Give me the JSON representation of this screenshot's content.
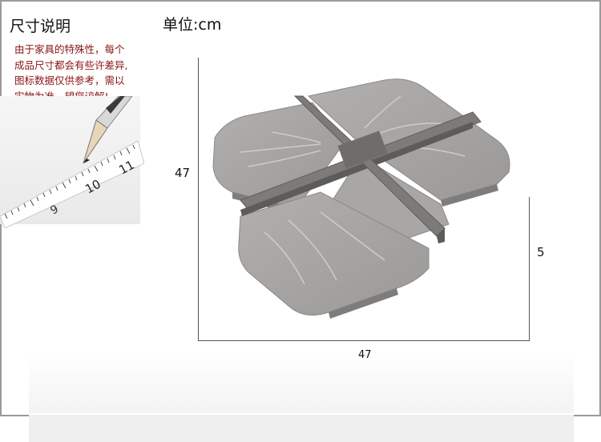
{
  "title": "尺寸说明",
  "unit_label": "单位:cm",
  "note_lines": [
    "由于家具的特殊性，每个",
    "成品尺寸都会有些许差异,",
    "图标数据仅供参考，需以",
    "实物为准，望您谅解!"
  ],
  "ruler_numbers": [
    "9",
    "10",
    "11"
  ],
  "dimensions": {
    "height": "47",
    "depth": "5",
    "width": "47"
  },
  "colors": {
    "note_text": "#8a1414",
    "frame": "#9a9a9a",
    "product": "#a6a4a2"
  }
}
